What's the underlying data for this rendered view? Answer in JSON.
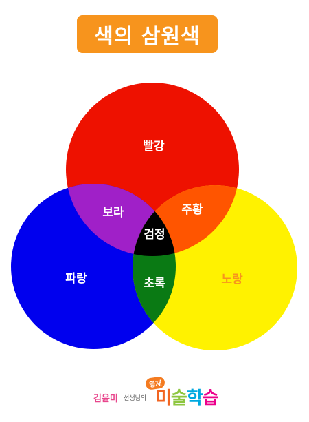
{
  "title": "색의 삼원색",
  "colors": {
    "red": "#ee1100",
    "yellow": "#fff200",
    "blue": "#0000ee",
    "purple": "#a020c8",
    "orange": "#ff5500",
    "green": "#0a7a14",
    "black": "#000000",
    "badge": "#f7941d"
  },
  "labels": {
    "red": "빨강",
    "blue": "파랑",
    "yellow": "노랑",
    "purple": "보라",
    "orange": "주황",
    "green": "초록",
    "black": "검정"
  },
  "footer": {
    "author": "김윤미",
    "teacher": "선생님의",
    "genius": "영재",
    "brand": [
      "미",
      "술",
      "학",
      "습"
    ]
  }
}
